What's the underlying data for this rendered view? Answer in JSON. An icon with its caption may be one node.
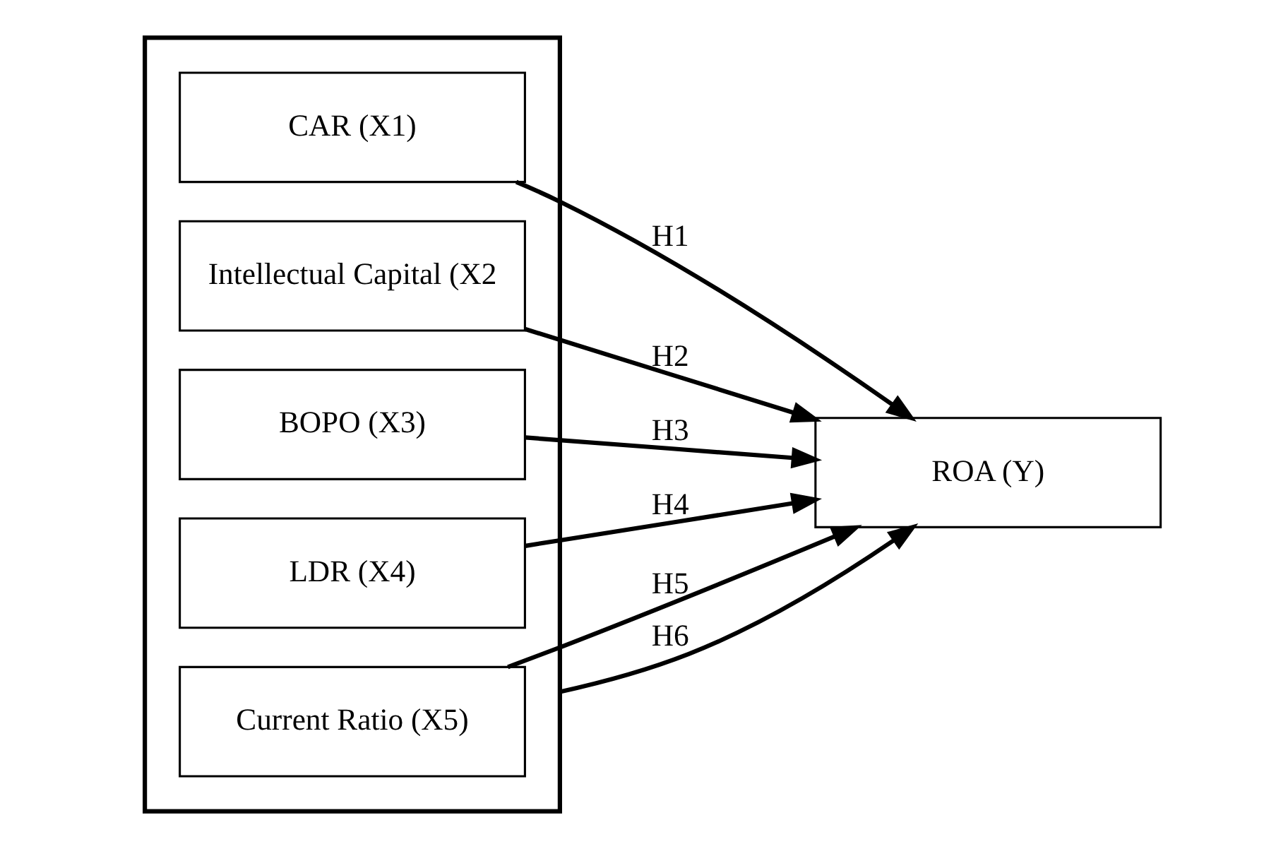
{
  "diagram": {
    "nodes": [
      {
        "text": [],
        "shape": "box"
      },
      {
        "text": [
          "CAR (X1)"
        ],
        "in": 0
      },
      {
        "text": [
          "Intellectual Capital (X2"
        ],
        "in": 0
      },
      {
        "text": [
          "BOPO (X3)"
        ],
        "in": 0
      },
      {
        "text": [
          "LDR (X4)"
        ],
        "in": 0
      },
      {
        "text": [
          "Current Ratio (X5)"
        ],
        "in": 0
      },
      {
        "text": [
          "ROA (Y)"
        ]
      }
    ],
    "edges": [
      {
        "from": 1,
        "to": 6,
        "arrow": "to",
        "label": "H1"
      },
      {
        "from": 2,
        "to": 6,
        "arrow": "to",
        "label": "H2"
      },
      {
        "from": 3,
        "to": 6,
        "arrow": "to",
        "label": "H3"
      },
      {
        "from": 4,
        "to": 6,
        "arrow": "to",
        "label": "H4"
      },
      {
        "from": 5,
        "to": 6,
        "arrow": "to",
        "label": "H5"
      },
      {
        "from": 0,
        "to": 6,
        "arrow": "to",
        "label": "H6"
      }
    ]
  }
}
